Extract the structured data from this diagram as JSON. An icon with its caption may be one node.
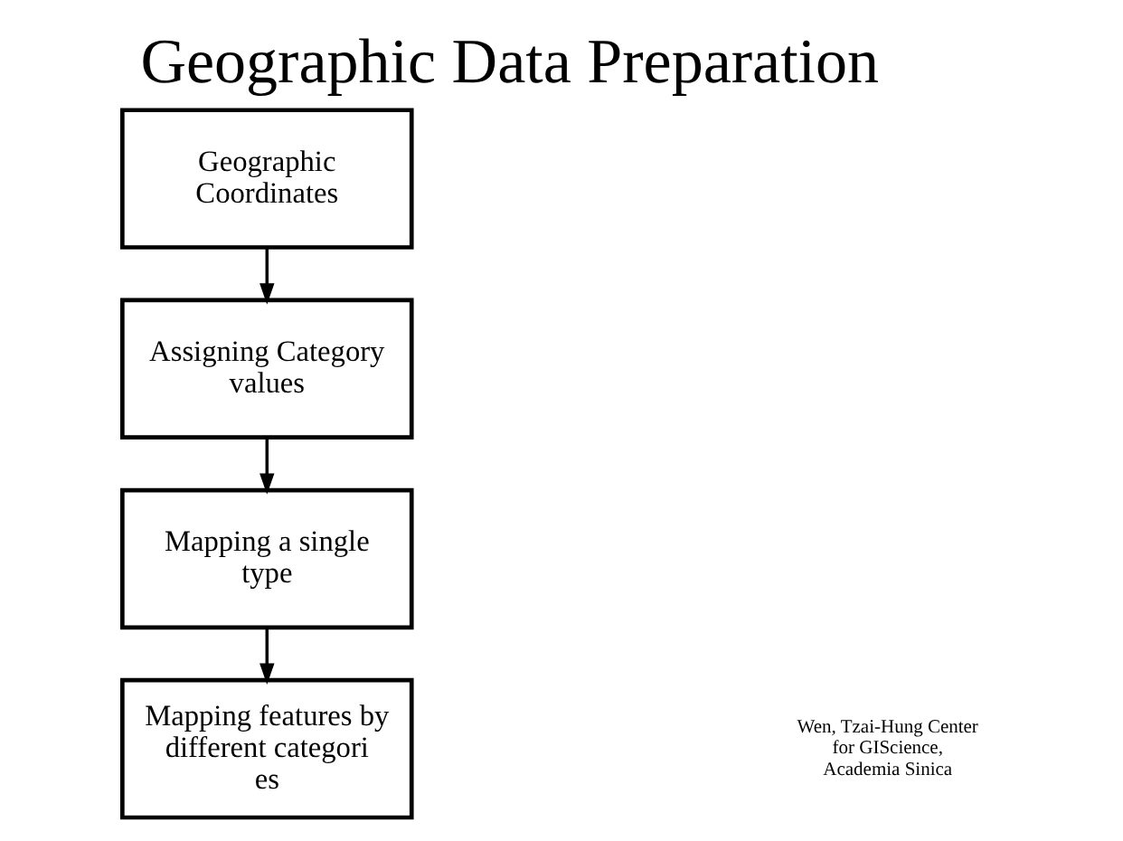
{
  "diagram": {
    "title": "Geographic Data Preparation",
    "nodes": [
      {
        "text": [
          "Geographic Coordinates"
        ]
      },
      {
        "text": [
          "Assigning Category values"
        ]
      },
      {
        "text": [
          "Mapping a single type"
        ]
      },
      {
        "text": [
          "Mapping features by different categori es"
        ]
      }
    ],
    "edges": [
      {
        "from": 0,
        "to": 1,
        "arrow": "to"
      },
      {
        "from": 1,
        "to": 2,
        "arrow": "to"
      },
      {
        "from": 2,
        "to": 3,
        "arrow": "to"
      }
    ],
    "labels": [
      "Wen, Tzai-Hung Center for GIScience, Academia Sinica"
    ]
  }
}
